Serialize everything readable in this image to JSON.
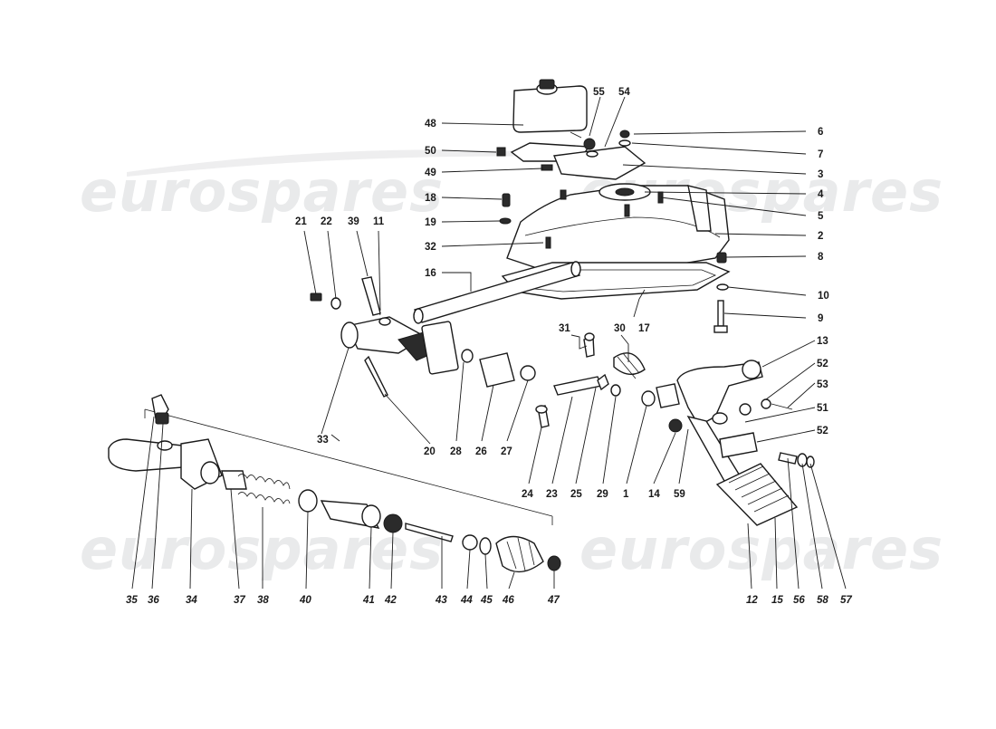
{
  "watermark": {
    "text": "eurospares",
    "color": "#e9eaeb"
  },
  "callouts": {
    "n1": "1",
    "n2": "2",
    "n3": "3",
    "n4": "4",
    "n5": "5",
    "n6": "6",
    "n7": "7",
    "n8": "8",
    "n9": "9",
    "n10": "10",
    "n11": "11",
    "n12": "12",
    "n13": "13",
    "n14": "14",
    "n15": "15",
    "n16": "16",
    "n17": "17",
    "n18": "18",
    "n19": "19",
    "n20": "20",
    "n21": "21",
    "n22": "22",
    "n23": "23",
    "n24": "24",
    "n25": "25",
    "n26": "26",
    "n27": "27",
    "n28": "28",
    "n29": "29",
    "n30": "30",
    "n31": "31",
    "n32": "32",
    "n33": "33",
    "n34": "34",
    "n35": "35",
    "n36": "36",
    "n37": "37",
    "n38": "38",
    "n39": "39",
    "n40": "40",
    "n41": "41",
    "n42": "42",
    "n43": "43",
    "n44": "44",
    "n45": "45",
    "n46": "46",
    "n47": "47",
    "n48": "48",
    "n49": "49",
    "n50": "50",
    "n51": "51",
    "n52a": "52",
    "n52b": "52",
    "n53": "53",
    "n54": "54",
    "n55": "55",
    "n56": "56",
    "n57": "57",
    "n58": "58",
    "n59": "59"
  },
  "colors": {
    "line": "#1a1a1a",
    "background": "#ffffff"
  }
}
